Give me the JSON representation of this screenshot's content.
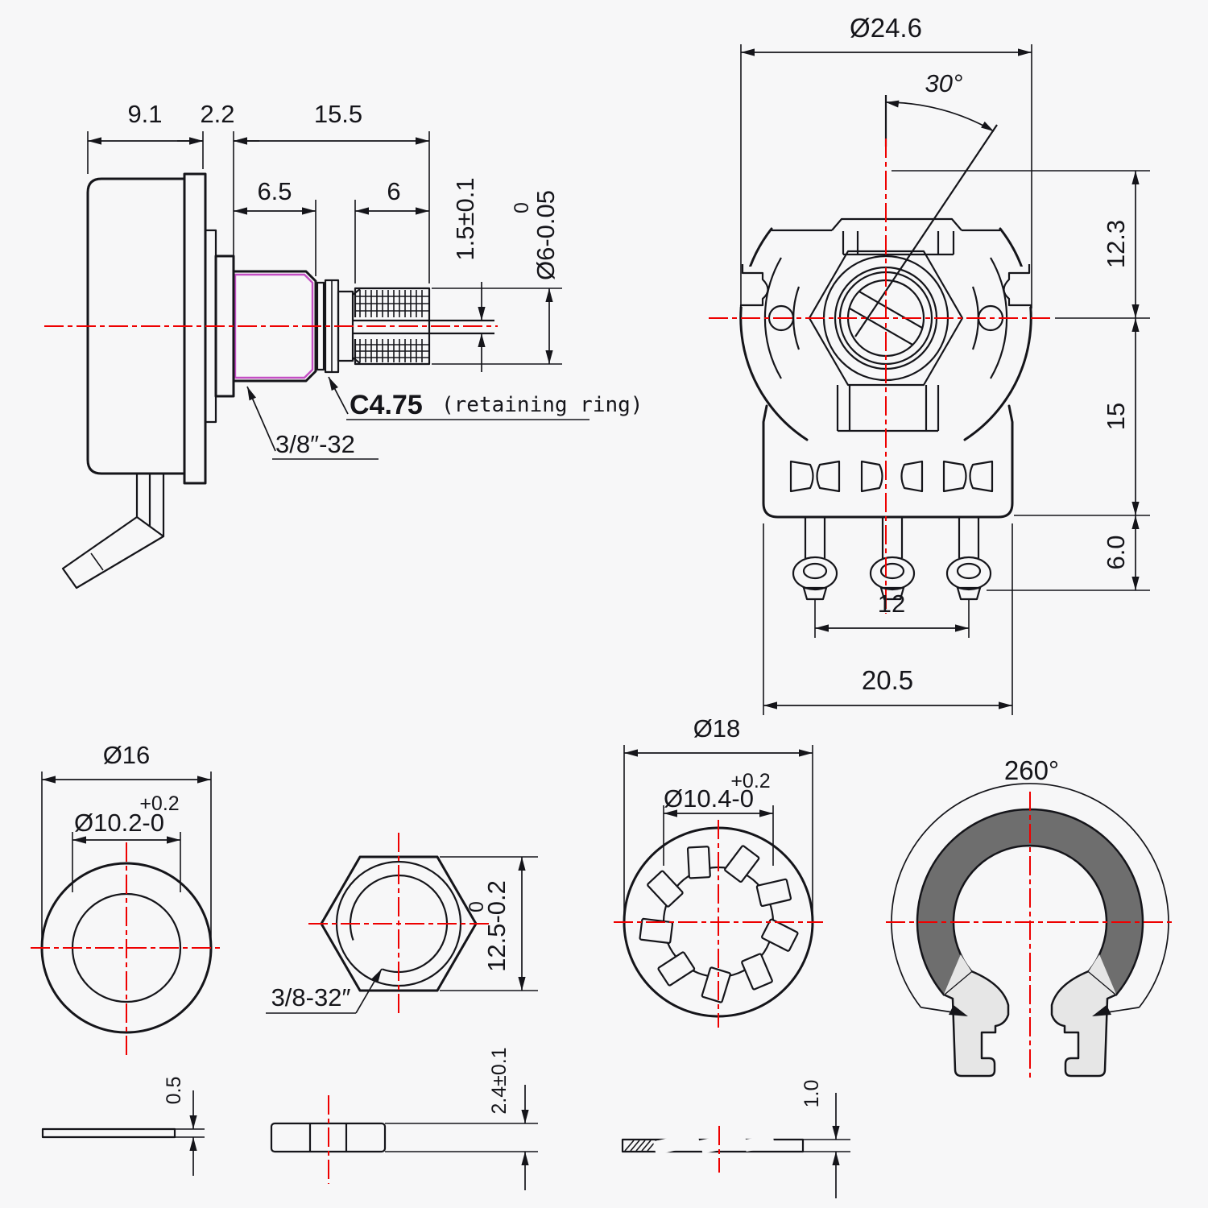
{
  "colors": {
    "line": "#15151a",
    "centerline": "#ee0000",
    "thread_highlight": "#c44fc4",
    "ring_fill": "#6e6e6e",
    "ring_leg_fill": "#e6e6e6",
    "background": "#f7f7f8"
  },
  "side_view": {
    "dims": {
      "body_depth": "9.1",
      "flange_thickness": "2.2",
      "shaft_length": "15.5",
      "bushing_length": "6.5",
      "knurl_length": "6",
      "slot_offset": "1.5±0.1",
      "shaft_dia_tol": "0",
      "shaft_dia": "Ø6-0.05"
    },
    "labels": {
      "ring_code": "C4.75",
      "ring_note": "(retaining ring)",
      "bushing_thread": "3/8″-32"
    }
  },
  "front_view": {
    "dims": {
      "body_dia": "Ø24.6",
      "slot_angle": "30°",
      "center_to_top": "12.3",
      "center_to_base": "15",
      "terminal_length": "6.0",
      "terminal_span": "12",
      "base_width": "20.5"
    }
  },
  "flat_washer": {
    "dims": {
      "outer_dia": "Ø16",
      "bore_tol": "+0.2",
      "bore_dia": "Ø10.2-0",
      "thickness": "0.5"
    }
  },
  "hex_nut": {
    "dims": {
      "thread": "3/8-32″",
      "across_flats_tol": "0",
      "across_flats": "12.5-0.2",
      "thickness": "2.4±0.1"
    }
  },
  "lock_washer": {
    "dims": {
      "outer_dia": "Ø18",
      "bore_tol": "+0.2",
      "bore_dia": "Ø10.4-0",
      "thickness": "1.0"
    }
  },
  "retaining_ring": {
    "dims": {
      "sweep_angle": "260°"
    }
  }
}
